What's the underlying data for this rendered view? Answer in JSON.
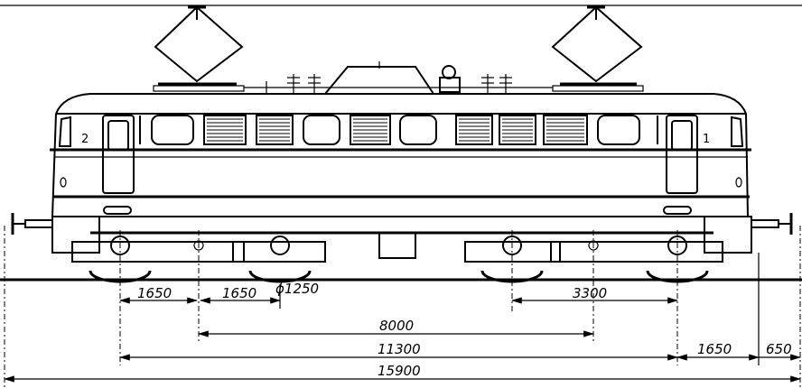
{
  "drawing": {
    "cab_labels": {
      "left": "2",
      "right": "1"
    },
    "dimensions": {
      "axle_to_pivot_left": "1650",
      "pivot_to_axle_left": "1650",
      "wheel_diameter": "ϕ1250",
      "bogie_wheelbase": "3300",
      "bogie_centres": "8000",
      "outer_axles": "11300",
      "axle_to_buffer_beam": "1650",
      "buffer_length": "650",
      "length_over_buffers": "15900"
    },
    "colors": {
      "ink": "#000000",
      "paper": "#ffffff"
    }
  }
}
